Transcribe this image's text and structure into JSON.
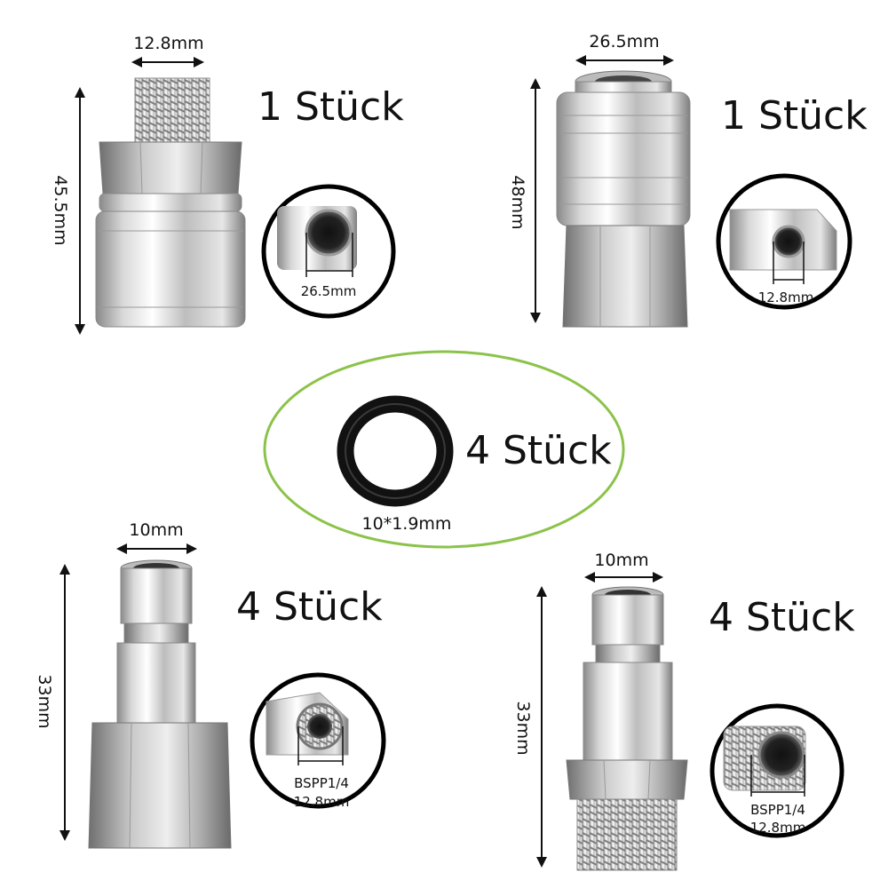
{
  "items": [
    {
      "id": "female-coupler-male-thread",
      "quantity": "1 Stück",
      "width_label": "12.8mm",
      "height_label": "45.5mm",
      "detail_labels": [
        "26.5mm"
      ]
    },
    {
      "id": "female-coupler-female-thread",
      "quantity": "1 Stück",
      "width_label": "26.5mm",
      "height_label": "48mm",
      "detail_labels": [
        "12.8mm"
      ]
    },
    {
      "id": "o-ring",
      "quantity": "4 Stück",
      "size_label": "10*1.9mm"
    },
    {
      "id": "plug-female-thread",
      "quantity": "4 Stück",
      "width_label": "10mm",
      "height_label": "33mm",
      "detail_labels": [
        "BSPP1/4",
        "12.8mm"
      ]
    },
    {
      "id": "plug-male-thread",
      "quantity": "4 Stück",
      "width_label": "10mm",
      "height_label": "33mm",
      "detail_labels": [
        "BSPP1/4",
        "12.8mm"
      ]
    }
  ],
  "colors": {
    "accent_ring": "#8bc34a",
    "metal_light": "#f2f2f2",
    "metal_dark": "#7a7a7a",
    "rubber": "#111111"
  }
}
